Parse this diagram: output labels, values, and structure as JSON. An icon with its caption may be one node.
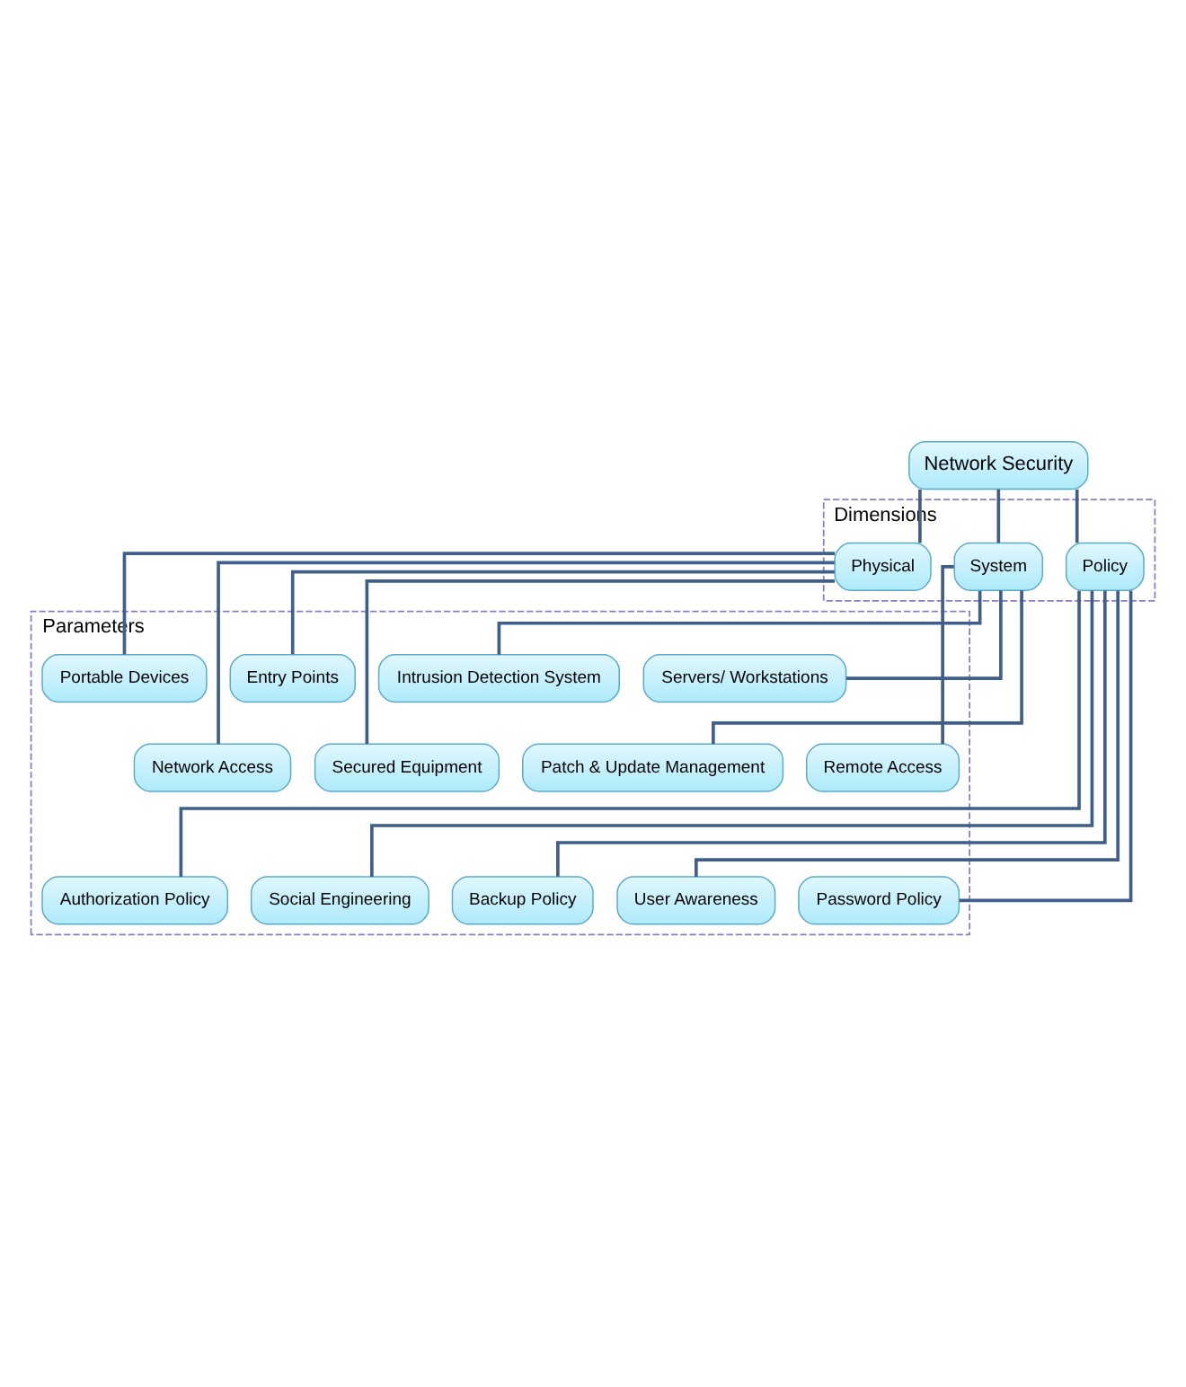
{
  "diagram": {
    "nodes": [
      {
        "text": [
          "Network Security"
        ]
      },
      {
        "text": [
          "Dimensions"
        ]
      },
      {
        "text": [
          "Physical"
        ],
        "in": 1
      },
      {
        "text": [
          "Policy"
        ],
        "in": 1
      },
      {
        "text": [
          "System"
        ],
        "in": 1
      },
      {
        "text": [
          "Parameters"
        ]
      },
      {
        "text": [
          "Entry Points"
        ],
        "in": 5
      },
      {
        "text": [
          "Portable Devices"
        ],
        "in": 5
      },
      {
        "text": [
          "Network Access"
        ],
        "in": 5
      },
      {
        "text": [
          "Secured Equipment"
        ],
        "in": 5
      },
      {
        "text": [
          "Servers/ Workstations"
        ],
        "in": 5
      },
      {
        "text": [
          "Intrusion Detection System"
        ],
        "in": 5
      },
      {
        "text": [
          "Patch & Update Management"
        ],
        "in": 5
      },
      {
        "text": [
          "Remote Access"
        ],
        "in": 5
      },
      {
        "text": [
          "Password Policy"
        ],
        "in": 5
      },
      {
        "text": [
          "Authorization Policy"
        ],
        "in": 5
      },
      {
        "text": [
          "Social Engineering"
        ],
        "in": 5
      },
      {
        "text": [
          "Backup Policy"
        ],
        "in": 5
      },
      {
        "text": [
          "User Awareness"
        ],
        "in": 5
      }
    ],
    "edges": [
      {
        "from": 0,
        "to": 2,
        "arrow": "none"
      },
      {
        "from": 0,
        "to": 3,
        "arrow": "none"
      },
      {
        "from": 0,
        "to": 4,
        "arrow": "none"
      },
      {
        "from": 2,
        "to": 6,
        "arrow": "none"
      },
      {
        "from": 2,
        "to": 8,
        "arrow": "none"
      },
      {
        "from": 2,
        "to": 7,
        "arrow": "none"
      },
      {
        "from": 2,
        "to": 9,
        "arrow": "none"
      },
      {
        "from": 4,
        "to": 10,
        "arrow": "none"
      },
      {
        "from": 4,
        "to": 12,
        "arrow": "none"
      },
      {
        "from": 4,
        "to": 11,
        "arrow": "none"
      },
      {
        "from": 4,
        "to": 13,
        "arrow": "none"
      },
      {
        "from": 3,
        "to": 14,
        "arrow": "none"
      },
      {
        "from": 3,
        "to": 15,
        "arrow": "none"
      },
      {
        "from": 3,
        "to": 16,
        "arrow": "none"
      },
      {
        "from": 3,
        "to": 17,
        "arrow": "none"
      },
      {
        "from": 3,
        "to": 18,
        "arrow": "none"
      }
    ]
  }
}
